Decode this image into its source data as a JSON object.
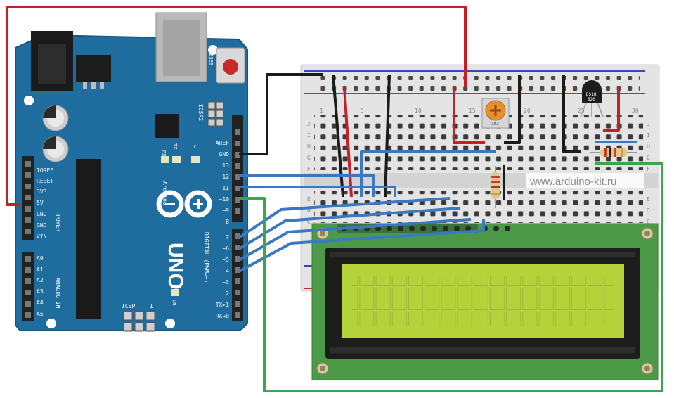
{
  "watermark": "www.arduino-kit.ru",
  "arduino": {
    "brand": "Arduino",
    "model": "UNO",
    "reset_label": "RESET",
    "icsp2_label": "ICSP2",
    "icsp_label": "ICSP",
    "icsp_one": "1",
    "on_label": "ON",
    "tx_label": "TX",
    "rx_label": "RX",
    "l_label": "L",
    "power_label": "POWER",
    "analog_label": "ANALOG IN",
    "digital_label": "DIGITAL (PWM=~)",
    "power_pins": [
      "IOREF",
      "RESET",
      "3V3",
      "5V",
      "GND",
      "GND",
      "VIN"
    ],
    "analog_pins": [
      "A0",
      "A1",
      "A2",
      "A3",
      "A4",
      "A5"
    ],
    "top_header_pins": [
      "AREF",
      "GND",
      "13",
      "12",
      "~11",
      "~10",
      "~9",
      "8"
    ],
    "bottom_header_pins": [
      "7",
      "~6",
      "~5",
      "4",
      "~3",
      "2",
      "TX▸1",
      "RX◂0"
    ]
  },
  "breadboard": {
    "row_letters_top": [
      "J",
      "I",
      "H",
      "G",
      "F"
    ],
    "row_letters_bottom": [
      "E",
      "D",
      "C"
    ],
    "col_numbers": [
      "1",
      "5",
      "10",
      "15",
      "20",
      "25",
      "30"
    ]
  },
  "sensor": {
    "line1": "DS18",
    "line2": "B20"
  },
  "pot": {
    "label": "103"
  },
  "colors": {
    "board": "#1f6c9e",
    "lcd_pcb": "#4c9a48",
    "lcd_screen": "#b6d23a",
    "wire_red": "#c62026",
    "wire_black": "#1b1b1b",
    "wire_blue": "#3a78c2",
    "wire_green": "#3aa84a"
  }
}
